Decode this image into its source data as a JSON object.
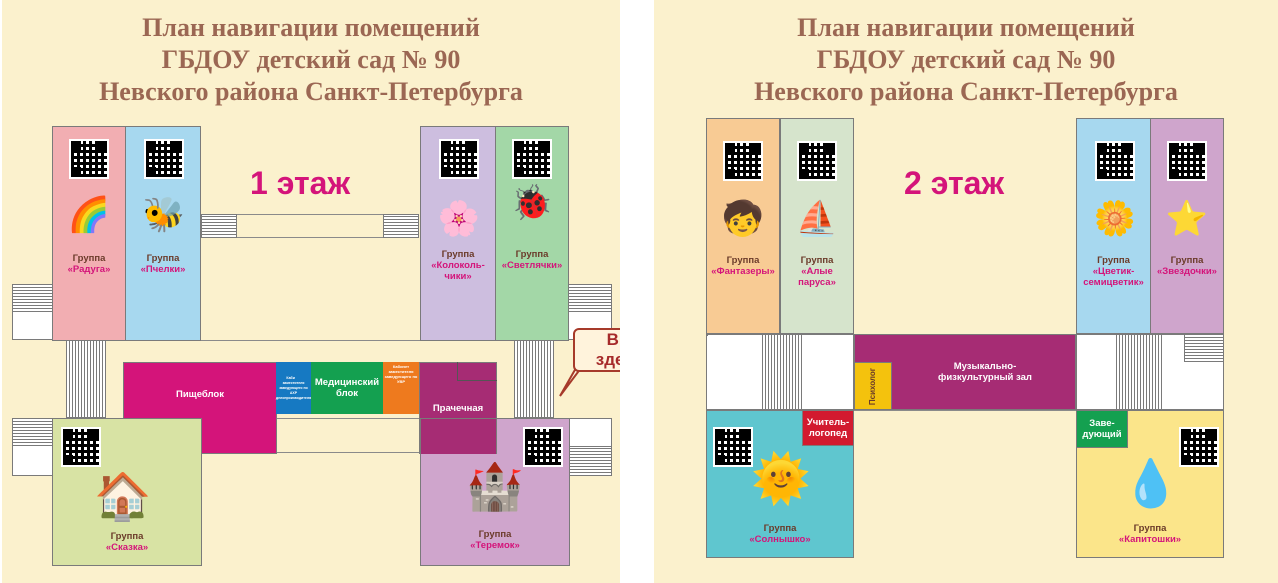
{
  "title_lines": [
    "План навигации помещений",
    "ГБДОУ детский сад № 90",
    "Невского района Санкт-Петербурга"
  ],
  "floor1": {
    "label": "1 этаж",
    "groups": {
      "raduga": {
        "g": "Группа",
        "n": "«Радуга»"
      },
      "pchelki": {
        "g": "Группа",
        "n": "«Пчелки»"
      },
      "kolokolchiki": {
        "g": "Группа",
        "n1": "«Колоколь-",
        "n2": "чики»"
      },
      "svetlyachki": {
        "g": "Группа",
        "n": "«Светлячки»"
      },
      "skazka": {
        "g": "Группа",
        "n": "«Сказка»"
      },
      "teremok": {
        "g": "Группа",
        "n": "«Теремок»"
      }
    },
    "rooms": {
      "kitchen": "Пищеблок",
      "small_office": "Кабинет заместителя заведующего по АХР делопроизводителя",
      "medical": "Медицинский блок",
      "deputy": "Кабинет заместителя заведующего по УВР",
      "laundry": "Прачечная"
    },
    "you_are_here": [
      "Вы",
      "здесь"
    ]
  },
  "floor2": {
    "label": "2 этаж",
    "groups": {
      "fantazery": {
        "g": "Группа",
        "n": "«Фантазеры»"
      },
      "alye": {
        "g": "Группа",
        "n1": "«Алые",
        "n2": "паруса»"
      },
      "tsvetik": {
        "g": "Группа",
        "n1": "«Цветик-",
        "n2": "семицветик»"
      },
      "zvezdochki": {
        "g": "Группа",
        "n": "«Звездочки»"
      },
      "solnyshko": {
        "g": "Группа",
        "n": "«Солнышко»"
      },
      "kapitoshki": {
        "g": "Группа",
        "n": "«Капитошки»"
      }
    },
    "rooms": {
      "music": "Музыкально-физкультурный зал",
      "psych": "Психолог",
      "logoped": "Учитель-логопед",
      "head": "Заве-дующий"
    }
  },
  "colors": {
    "panel_bg": "#fbf1cd",
    "title": "#9b6753",
    "accent": "#d4147a"
  },
  "icons": [
    "qr-code-icon",
    "rainbow-icon",
    "bee-icon",
    "bluebells-icon",
    "firefly-icon",
    "fairy-house-icon",
    "tower-house-icon",
    "children-icon",
    "sailing-ship-icon",
    "flower-icon",
    "star-icon",
    "sun-icon",
    "water-drop-icon"
  ]
}
